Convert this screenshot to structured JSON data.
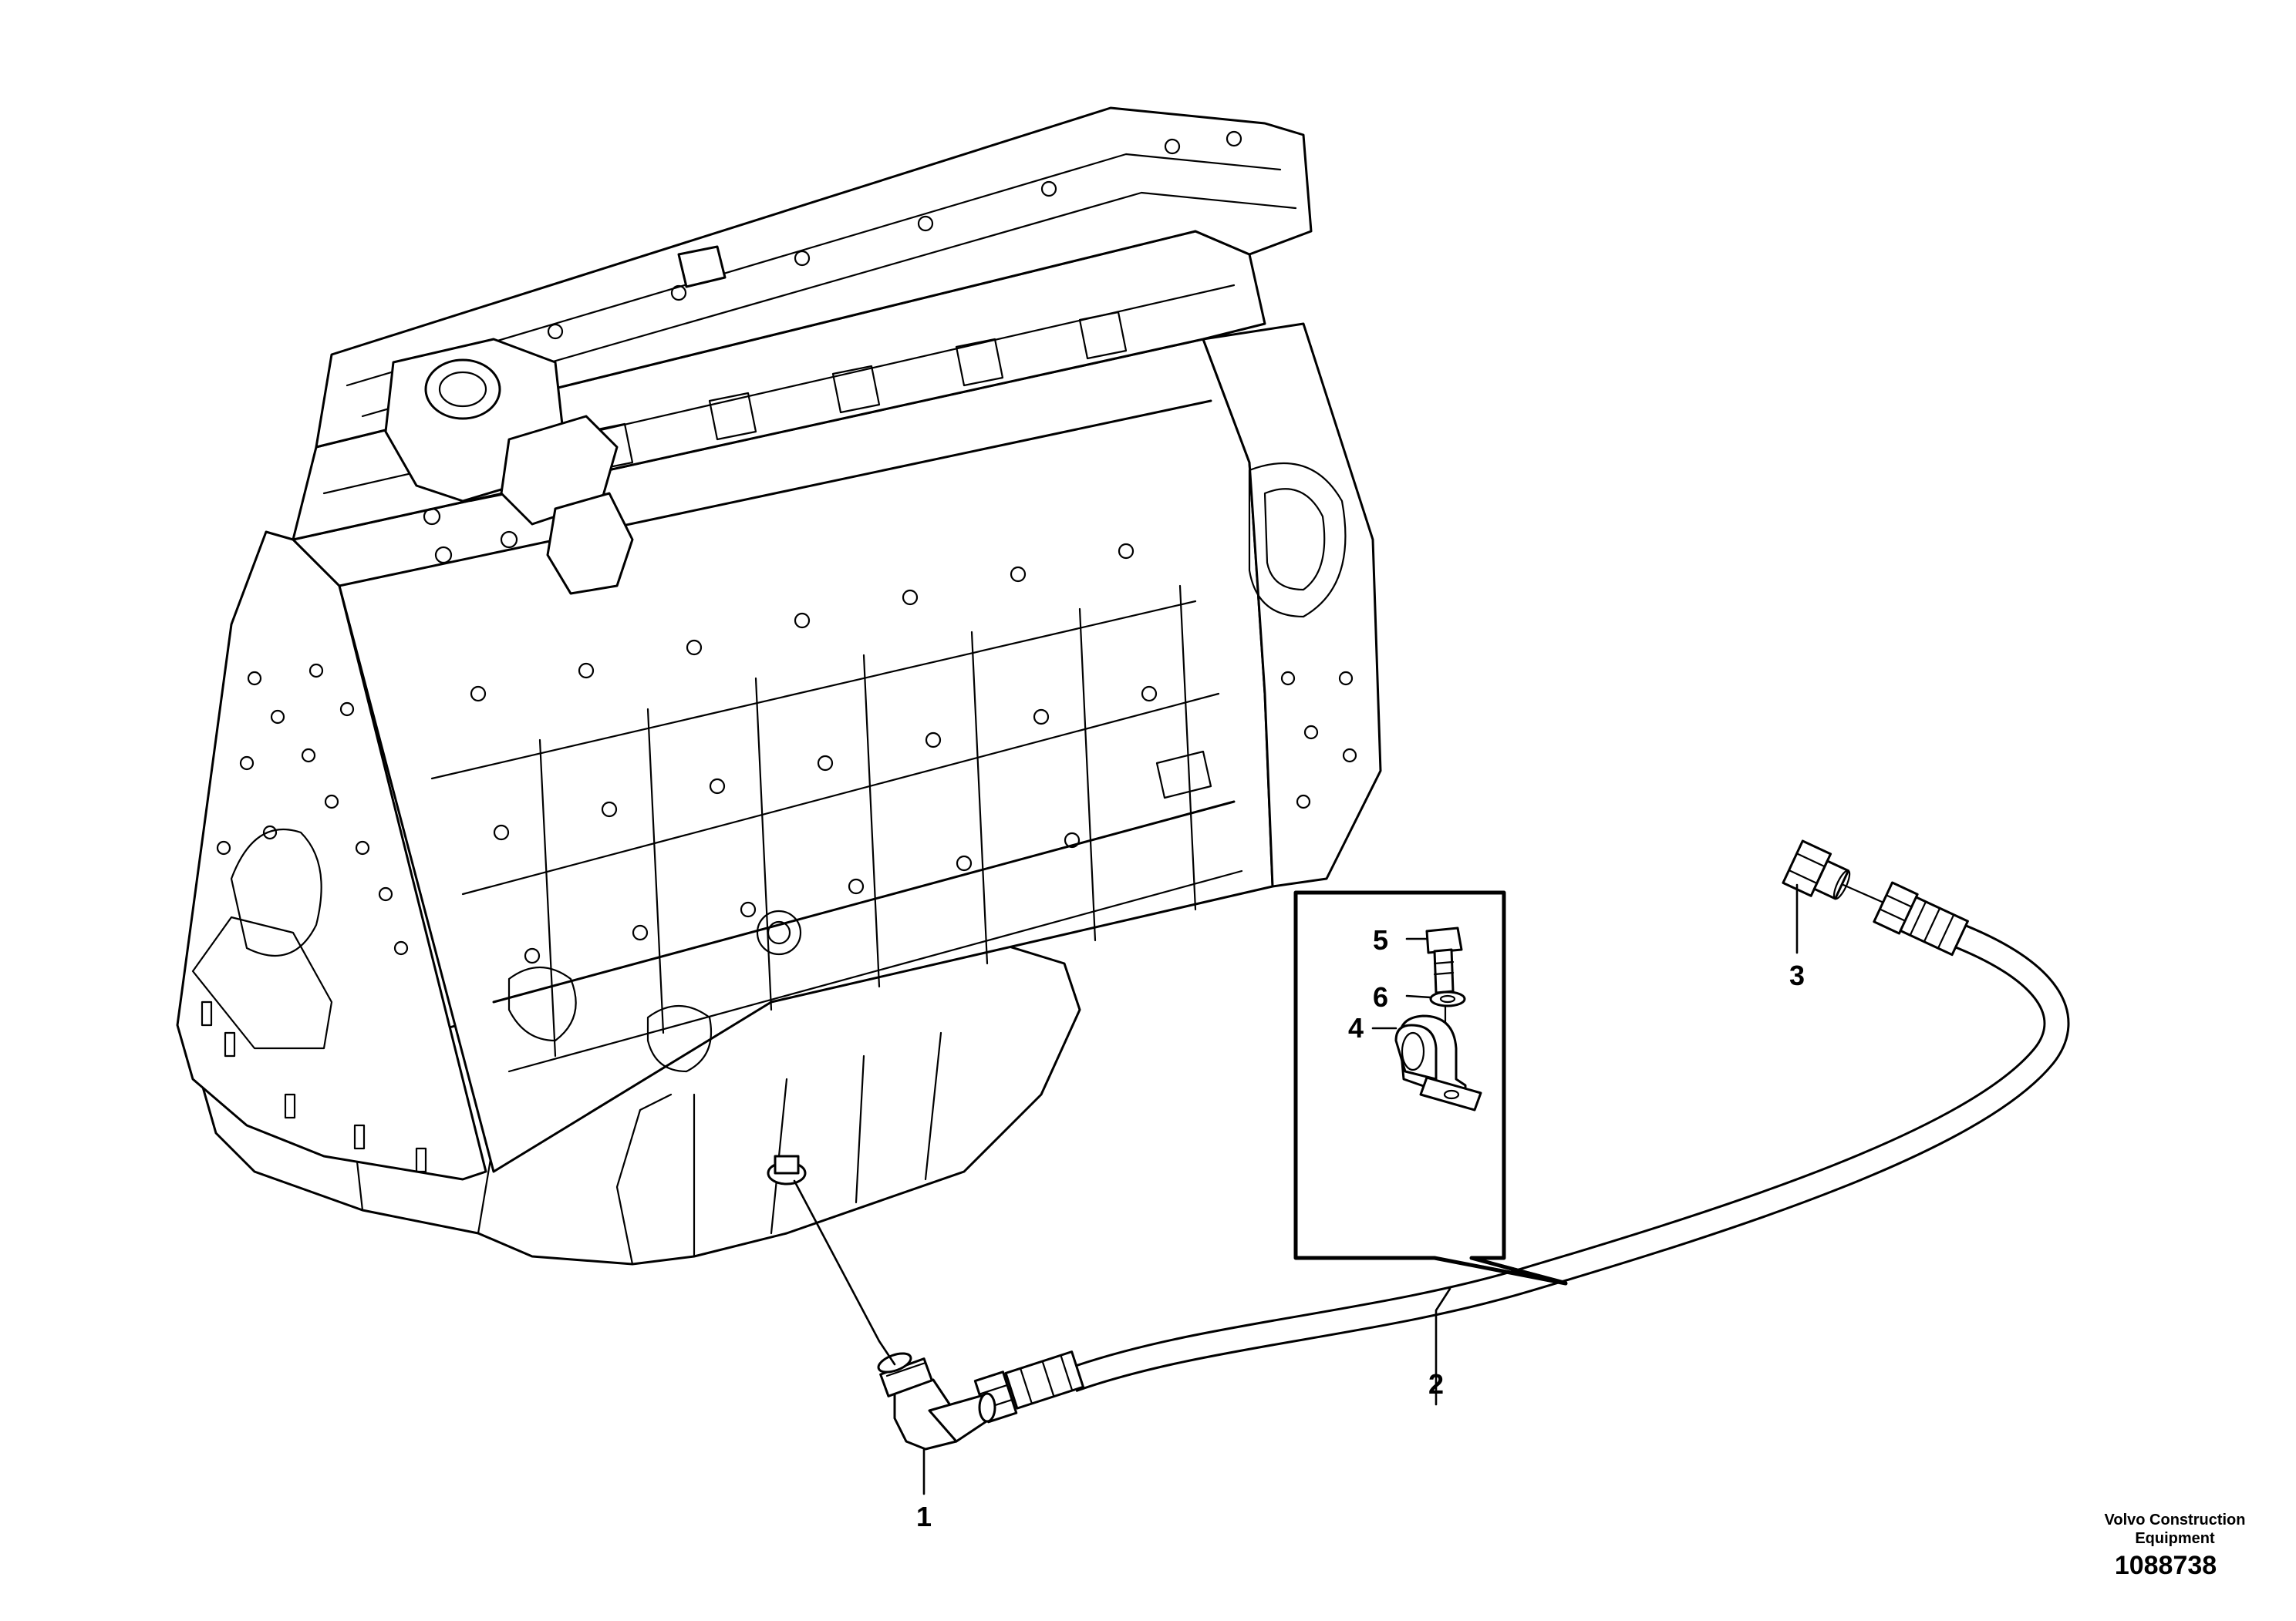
{
  "diagram": {
    "callouts": [
      {
        "id": "1",
        "label": "1"
      },
      {
        "id": "2",
        "label": "2"
      },
      {
        "id": "3",
        "label": "3"
      },
      {
        "id": "4",
        "label": "4"
      },
      {
        "id": "5",
        "label": "5"
      },
      {
        "id": "6",
        "label": "6"
      }
    ],
    "publisher_line1": "Volvo Construction",
    "publisher_line2": "Equipment",
    "document_number": "1088738"
  }
}
